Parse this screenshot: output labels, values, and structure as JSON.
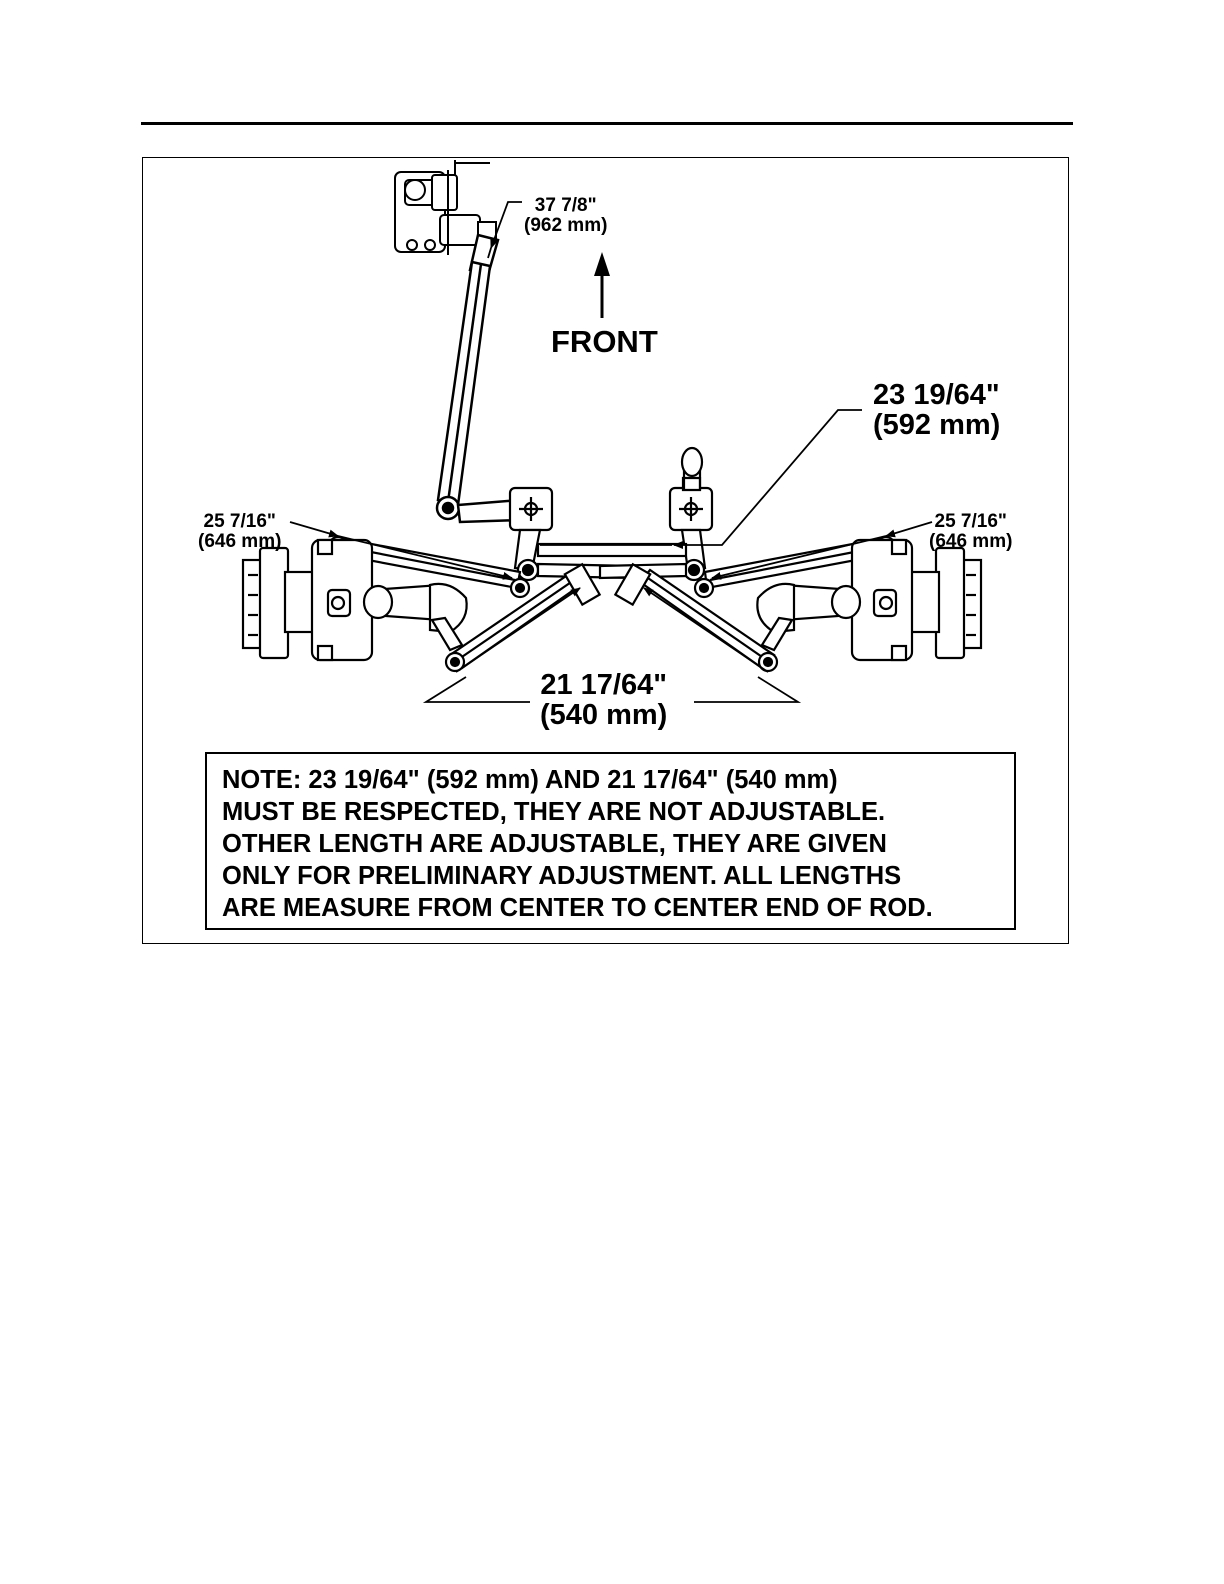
{
  "figure": {
    "dimensions": {
      "drag_link": {
        "imperial": "37 7/8\"",
        "metric": "(962 mm)"
      },
      "tie_rod": {
        "imperial": "23 19/64\"",
        "metric": "(592 mm)"
      },
      "left_rod": {
        "imperial": "25 7/16\"",
        "metric": "(646 mm)"
      },
      "right_rod": {
        "imperial": "25 7/16\"",
        "metric": "(646 mm)"
      },
      "relay_rods": {
        "imperial": "21 17/64\"",
        "metric": "(540 mm)"
      }
    },
    "front_label": "FRONT"
  },
  "note": {
    "lines": [
      "NOTE:  23 19/64\" (592 mm) AND 21 17/64\" (540 mm)",
      "MUST BE  RESPECTED, THEY ARE NOT ADJUSTABLE.",
      "OTHER LENGTH ARE ADJUSTABLE, THEY ARE GIVEN",
      "ONLY FOR  PRELIMINARY ADJUSTMENT. ALL LENGTHS",
      "ARE MEASURE FROM CENTER TO CENTER END OF ROD."
    ]
  }
}
